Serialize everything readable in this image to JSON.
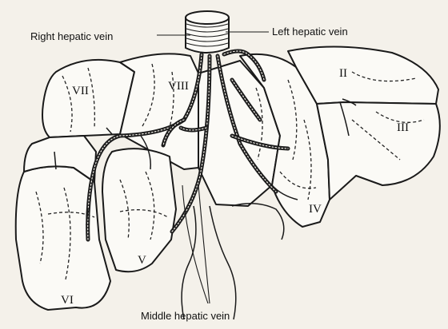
{
  "labels": {
    "right_hepatic_vein": "Right hepatic vein",
    "left_hepatic_vein": "Left hepatic vein",
    "middle_hepatic_vein": "Middle hepatic vein"
  },
  "segments": {
    "II": "II",
    "III": "III",
    "IV": "IV",
    "V": "V",
    "VI": "VI",
    "VII": "VII",
    "VIII": "VIII"
  }
}
